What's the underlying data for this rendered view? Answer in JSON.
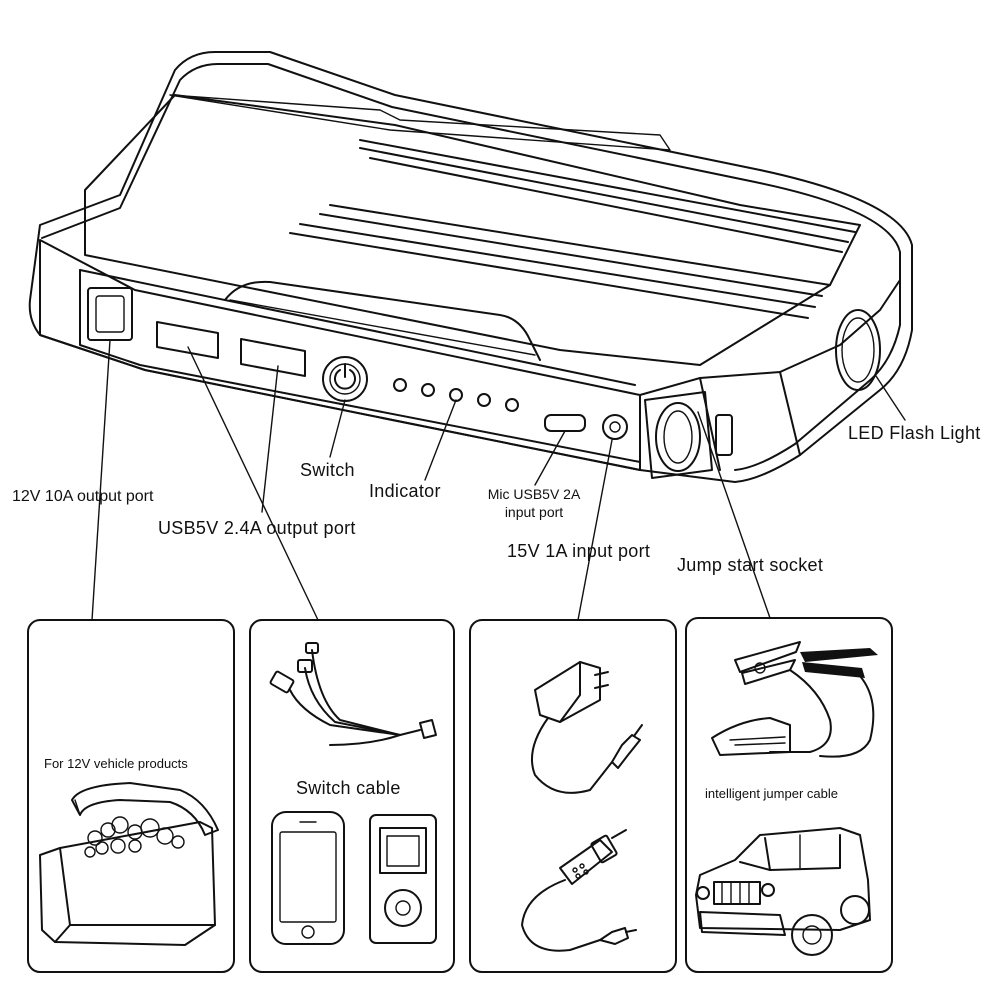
{
  "callouts": {
    "led_flash_light": "LED Flash Light",
    "switch": "Switch",
    "indicator": "Indicator",
    "output_12v": "12V 10A output port",
    "usb_output": "USB5V 2.4A output port",
    "mic_usb_line1": "Mic USB5V 2A",
    "mic_usb_line2": "input port",
    "input_15v": "15V 1A input port",
    "jump_start": "Jump start socket"
  },
  "panels": {
    "vehicle": {
      "caption": "For 12V vehicle products"
    },
    "switch_cable": {
      "caption": "Switch cable"
    },
    "charger": {
      "caption": ""
    },
    "jumper": {
      "caption": "intelligent jumper cable"
    }
  },
  "icons": [
    "power-bank-device",
    "cooler-box-icon",
    "switch-cable-icon",
    "smartphone-icon",
    "music-player-icon",
    "wall-charger-icon",
    "car-charger-icon",
    "jumper-clamps-icon",
    "suv-car-icon"
  ]
}
